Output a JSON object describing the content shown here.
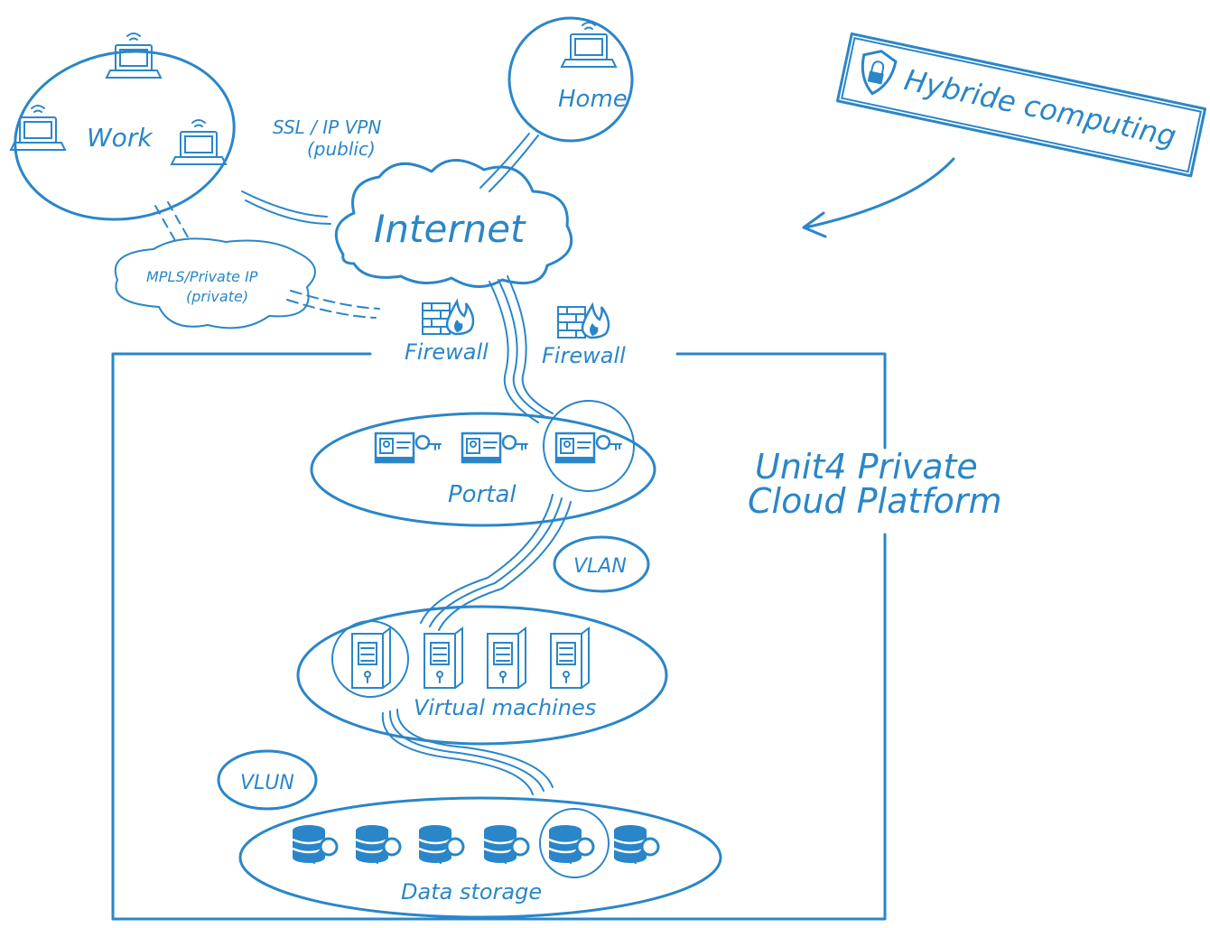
{
  "nodes": {
    "work": "Work",
    "home": "Home",
    "internet": "Internet",
    "mpls_line1": "MPLS/Private IP",
    "mpls_line2": "(private)",
    "ssl_line1": "SSL / IP VPN",
    "ssl_line2": "(public)",
    "firewall_left": "Firewall",
    "firewall_right": "Firewall",
    "portal": "Portal",
    "vlan": "VLAN",
    "virtual_machines": "Virtual machines",
    "vlun": "VLUN",
    "data_storage": "Data storage",
    "platform_line1": "Unit4 Private",
    "platform_line2": "Cloud Platform",
    "hybride": "Hybride computing"
  },
  "colors": {
    "ink": "#2a86c8",
    "background": "#ffffff"
  },
  "icons": [
    "laptop-icon",
    "firewall-icon",
    "id-card-key-icon",
    "server-icon",
    "database-key-icon",
    "shield-icon",
    "cloud-icon"
  ]
}
